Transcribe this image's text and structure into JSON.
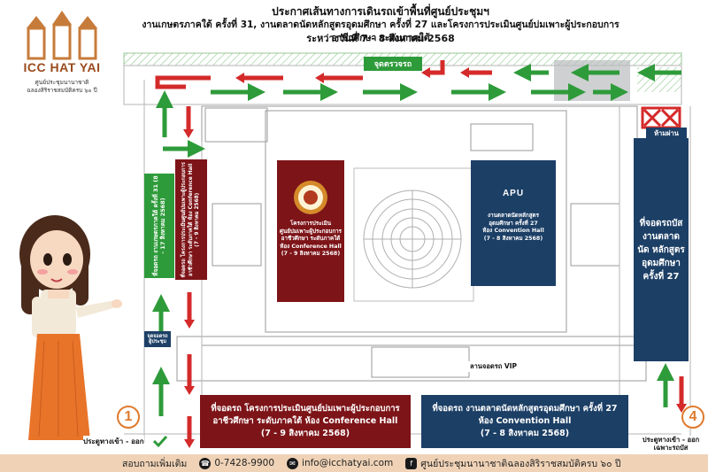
{
  "header": {
    "line1": "ประกาศเส้นทางการเดินรถเข้าพื้นที่ศูนย์ประชุมฯ",
    "line2": "งานเกษตรภาคใต้ ครั้งที่ 31, งานตลาดนัดหลักสูตรอุดมศึกษา ครั้งที่ 27 และโครงการประเมินศูนย์บ่มเพาะผู้ประกอบการอาชีวศึกษา ระดับภาคใต้",
    "line3": "ระหว่างวันที่ 7 - 8 สิงหาคม 2568"
  },
  "logo": {
    "name": "ICC HAT YAI",
    "sub1": "ศูนย์ประชุมนานาชาติ",
    "sub2": "ฉลองสิริราชสมบัติครบ ๖๐ ปี"
  },
  "map": {
    "checkpoint": "จุดตรวจรถ",
    "no_entry": "ห้ามผ่าน",
    "vip_parking": "ลานจอดรถ VIP",
    "drop_point": "จุดจอดรถ ผู้ประชุม"
  },
  "parking": {
    "agri": "ที่จอดรถ งานเกษตรภาคใต้ ครั้งที่ 31 (8 - 17 สิงหาคม 2568)",
    "conference_vertical": "ที่จอดรถ โครงการประเมินศูนย์บ่มเพาะผู้ประกอบการ อาชีวศึกษา ระดับภาคใต้ ห้อง Conference Hall (7 - 9 สิงหาคม 2568)",
    "bus": "ที่จอดรถบัส งานตลาดนัด หลักสูตร อุดมศึกษา ครั้งที่ 27",
    "bottom_conference_l1": "ที่จอดรถ โครงการประเมินศูนย์บ่มเพาะผู้ประกอบการ",
    "bottom_conference_l2": "อาชีวศึกษา ระดับภาคใต้ ห้อง Conference Hall",
    "bottom_conference_l3": "(7 - 9 สิงหาคม 2568)",
    "bottom_convention_l1": "ที่จอดรถ งานตลาดนัดหลักสูตรอุดมศึกษา ครั้งที่ 27",
    "bottom_convention_l2": "ห้อง Convention Hall",
    "bottom_convention_l3": "(7 - 8 สิงหาคม 2568)"
  },
  "halls": {
    "conference": {
      "l1": "โครงการประเมิน",
      "l2": "ศูนย์บ่มเพาะผู้ประกอบการ",
      "l3": "อาชีวศึกษา ระดับภาคใต้",
      "l4": "ห้อง Conference Hall",
      "l5": "(7 - 9 สิงหาคม 2568)"
    },
    "convention": {
      "logo": "APU",
      "l1": "งานตลาดนัดหลักสูตร",
      "l2": "อุดมศึกษา ครั้งที่ 27",
      "l3": "ห้อง Convention Hall",
      "l4": "(7 - 8 สิงหาคม 2568)"
    }
  },
  "gates": {
    "gate1_num": "1",
    "gate1_label": "ประตูทางเข้า - ออก",
    "gate4_num": "4",
    "gate4_label_l1": "ประตูทางเข้า - ออก",
    "gate4_label_l2": "เฉพาะรถบัส"
  },
  "footer": {
    "contact_label": "สอบถามเพิ่มเติม",
    "phone": "0-7428-9900",
    "email": "info@icchatyai.com",
    "facebook": "ศูนย์ประชุมนานาชาติฉลองสิริราชสมบัติครบ ๖๐ ปี",
    "phone_icon": "phone-icon",
    "email_icon": "mail-icon",
    "facebook_icon": "facebook-icon"
  },
  "colors": {
    "maroon": "#7d1418",
    "navy": "#1c3f66",
    "green_arrow": "#2e9b3a",
    "red_arrow": "#d42a2a",
    "accent_orange": "#e07a2c"
  }
}
